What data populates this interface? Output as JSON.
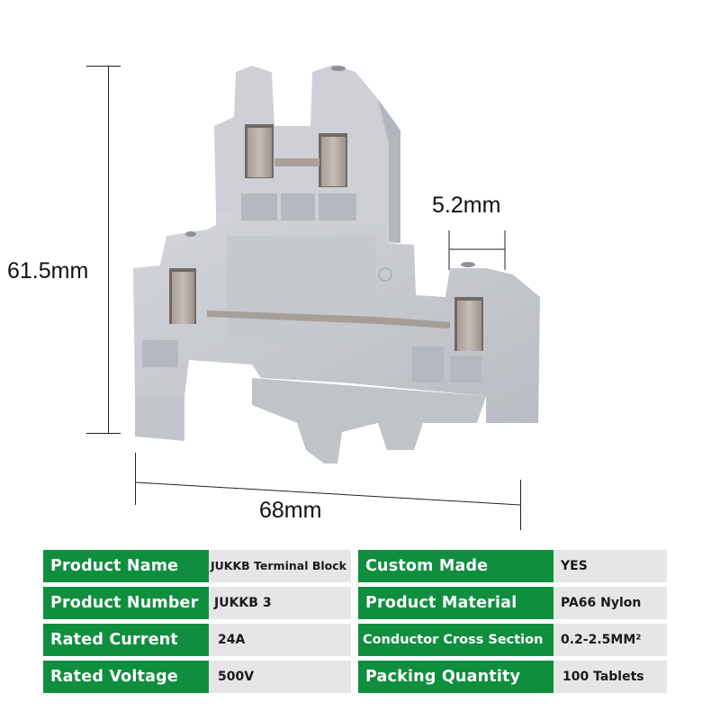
{
  "dimensions": {
    "height": "61.5mm",
    "width": "68mm",
    "pitch": "5.2mm"
  },
  "product_image": {
    "subject": "grey double-level DIN rail terminal block",
    "body_color": "#c9cbd0",
    "shadow_color": "#a9acb2",
    "metal_color": "#b7aca6"
  },
  "specs": {
    "accent_color": "#0f8f3e",
    "value_bg": "#e6e6e6",
    "left": [
      {
        "label": "Product Name",
        "value": "JUKKB Terminal Block"
      },
      {
        "label": "Product Number",
        "value": "JUKKB 3"
      },
      {
        "label": "Rated Current",
        "value": "24A"
      },
      {
        "label": "Rated Voltage",
        "value": "500V"
      }
    ],
    "right": [
      {
        "label": "Custom Made",
        "value": "YES"
      },
      {
        "label": "Product Material",
        "value": "PA66 Nylon"
      },
      {
        "label": "Conductor Cross Section",
        "value": "0.2-2.5MM²"
      },
      {
        "label": "Packing Quantity",
        "value": "100 Tablets"
      }
    ]
  }
}
